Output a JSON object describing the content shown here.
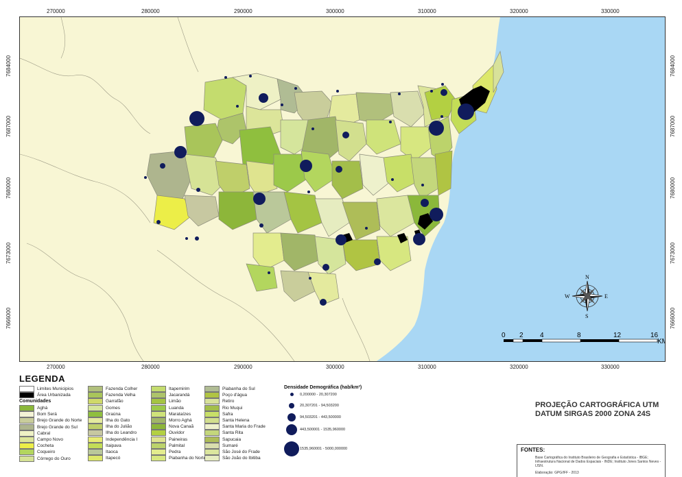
{
  "map": {
    "x_ticks": [
      "270000",
      "280000",
      "290000",
      "300000",
      "310000",
      "320000",
      "330000"
    ],
    "y_ticks": [
      "7684000",
      "7687000",
      "7680000",
      "7673000",
      "7666000"
    ],
    "colors": {
      "ocean": "#a9d7f4",
      "land": "#f8f6d4",
      "urban": "#000000",
      "density_dot": "#101c5c"
    }
  },
  "compass": {
    "n": "N",
    "s": "S",
    "e": "E",
    "w": "W"
  },
  "scale_bar": {
    "labels": [
      "0",
      "2",
      "4",
      "8",
      "12",
      "16"
    ],
    "unit": "KM"
  },
  "legend": {
    "title": "LEGENDA",
    "limits_label": "Limites Municipios",
    "urban_label": "Área Urbanizada",
    "communities_title": "Comunidades",
    "communities": [
      {
        "name": "Aghá",
        "color": "#8bb83a"
      },
      {
        "name": "Bom Será",
        "color": "#f4f3d6"
      },
      {
        "name": "Brejo Grande do Norte",
        "color": "#c9cd9b"
      },
      {
        "name": "Brejo Grande do Sul",
        "color": "#aeb58e"
      },
      {
        "name": "Cabral",
        "color": "#eef1c5"
      },
      {
        "name": "Campo Novo",
        "color": "#dce59a"
      },
      {
        "name": "Cocheta",
        "color": "#ecee48"
      },
      {
        "name": "Coqueiro",
        "color": "#b3d65e"
      },
      {
        "name": "Córrego do Ouro",
        "color": "#d6e396"
      },
      {
        "name": "Fazenda Colher",
        "color": "#b1c07c"
      },
      {
        "name": "Fazenda Velha",
        "color": "#a9c55a"
      },
      {
        "name": "Garrafão",
        "color": "#cfd96a"
      },
      {
        "name": "Gomes",
        "color": "#d5e59c"
      },
      {
        "name": "Graúna",
        "color": "#8fbf3e"
      },
      {
        "name": "Ilha do Gato",
        "color": "#e4ea9e"
      },
      {
        "name": "Ilha do Julião",
        "color": "#bfcf6a"
      },
      {
        "name": "Ilha do Leandro",
        "color": "#c7c8a1"
      },
      {
        "name": "Independência I",
        "color": "#e8ec74"
      },
      {
        "name": "Itaipava",
        "color": "#c3dd57"
      },
      {
        "name": "Itaoca",
        "color": "#bac89a"
      },
      {
        "name": "Itapecó",
        "color": "#dde86a"
      },
      {
        "name": "Itapemirim",
        "color": "#c4dc6e"
      },
      {
        "name": "Jacarandá",
        "color": "#adc46a"
      },
      {
        "name": "Limão",
        "color": "#a4c443"
      },
      {
        "name": "Luanda",
        "color": "#9cc94a"
      },
      {
        "name": "Marataízes",
        "color": "#cfe37a"
      },
      {
        "name": "Morro Aghá",
        "color": "#a1b668"
      },
      {
        "name": "Nova Canaã",
        "color": "#8db63a"
      },
      {
        "name": "Ouvidor",
        "color": "#b3d042"
      },
      {
        "name": "Paineiras",
        "color": "#dfe48f"
      },
      {
        "name": "Palmital",
        "color": "#bcd36b"
      },
      {
        "name": "Pedra",
        "color": "#e3ec8e"
      },
      {
        "name": "Piabanha do Norte",
        "color": "#d7e780"
      },
      {
        "name": "Piabanha do Sul",
        "color": "#b0bc94"
      },
      {
        "name": "Poço d'água",
        "color": "#b0c443"
      },
      {
        "name": "Retiro",
        "color": "#d8e29a"
      },
      {
        "name": "Rio Muqui",
        "color": "#a3be4a"
      },
      {
        "name": "Safra",
        "color": "#c8df68"
      },
      {
        "name": "Santa Helena",
        "color": "#d2df8e"
      },
      {
        "name": "Santa Maria do Frade",
        "color": "#eef1cc"
      },
      {
        "name": "Santa Rita",
        "color": "#c4d77c"
      },
      {
        "name": "Sapucaia",
        "color": "#aebd58"
      },
      {
        "name": "Sumaré",
        "color": "#d9deae"
      },
      {
        "name": "São José do Frade",
        "color": "#dbe69e"
      },
      {
        "name": "São João do Ibitiba",
        "color": "#e6ecc0"
      }
    ]
  },
  "density": {
    "title": "Densidade Demográfica (hab/km²)",
    "classes": [
      {
        "label": "0,200000 - 20,307200"
      },
      {
        "label": "20,307201 - 94,503200"
      },
      {
        "label": "94,503201 - 443,500000"
      },
      {
        "label": "443,500001 - 1535,960000"
      },
      {
        "label": "1535,960001 - 5000,000000"
      }
    ]
  },
  "projection": {
    "line1": "PROJEÇÃO CARTOGRÁFICA UTM",
    "line2": "DATUM SIRGAS 2000 ZONA 24S"
  },
  "sources": {
    "title": "FONTES:",
    "text": "Base Cartográfica do Instituto Brasileiro de Geografia e Estatística - IBGE; Infraestrutura Nacional de Dados Espaciais - INDE; Instituto Jones Santos Neves - IJSN.",
    "elaboration": "Elaboração: GPG/IFF - 2013"
  }
}
